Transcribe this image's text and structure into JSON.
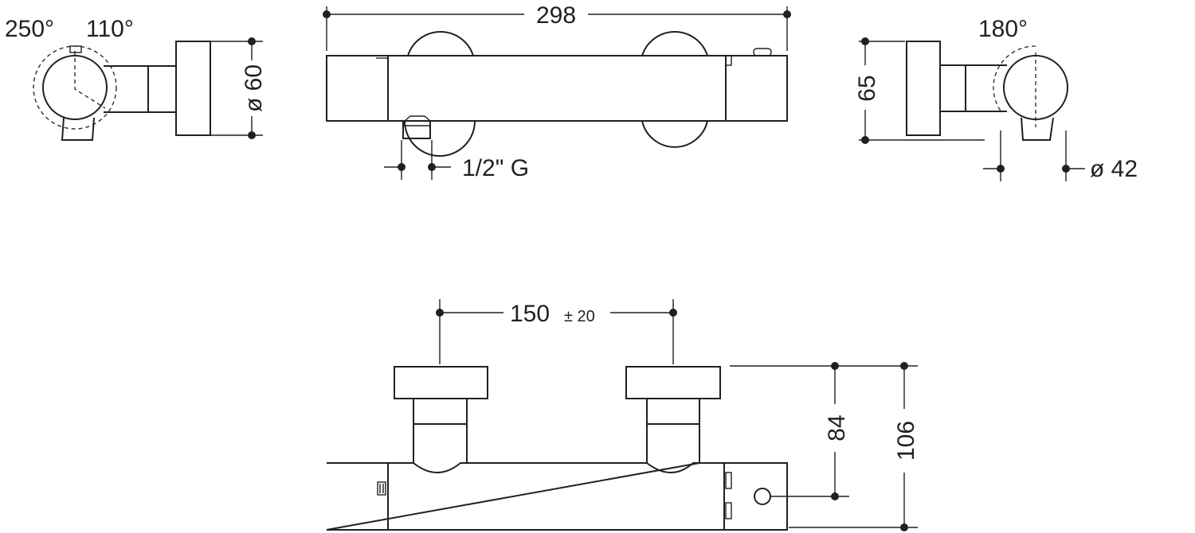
{
  "dimensions": {
    "body_length": "298",
    "body_diameter": "ø 60",
    "wall_offset": "65",
    "handle_diameter": "ø 42",
    "outlet_thread": "1/2\" G",
    "inlet_spacing": "150",
    "inlet_tolerance": "± 20",
    "inlet_depth": "84",
    "total_depth": "106"
  },
  "angles": {
    "left_rotation": "250°",
    "left_stop": "110°",
    "right_rotation": "180°"
  },
  "colors": {
    "line": "#231f20",
    "background": "#ffffff"
  }
}
